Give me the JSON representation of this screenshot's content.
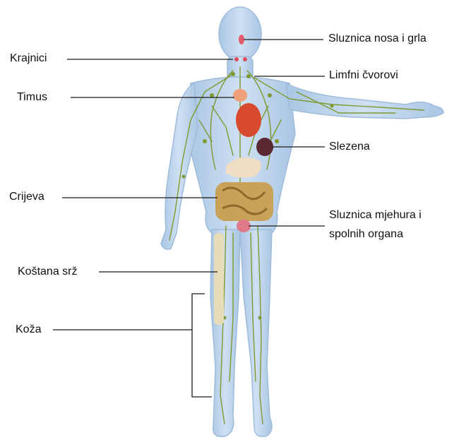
{
  "labels": {
    "sluznica_nosa": "Sluznica nosa i grla",
    "krajnici": "Krajnici",
    "limfni_cvorovi": "Limfni čvorovi",
    "timus": "Timus",
    "slezena": "Slezena",
    "crijeva": "Crijeva",
    "sluznica_mjehura_1": "Sluznica mjehura i",
    "sluznica_mjehura_2": "spolnih organa",
    "kostana_srz": "Koštana srž",
    "koza": "Koža"
  },
  "colors": {
    "body": "#bcd4ec",
    "body_outline": "#9dbcdc",
    "lymph": "#7e9a2f",
    "leader": "#1a1a1a"
  }
}
